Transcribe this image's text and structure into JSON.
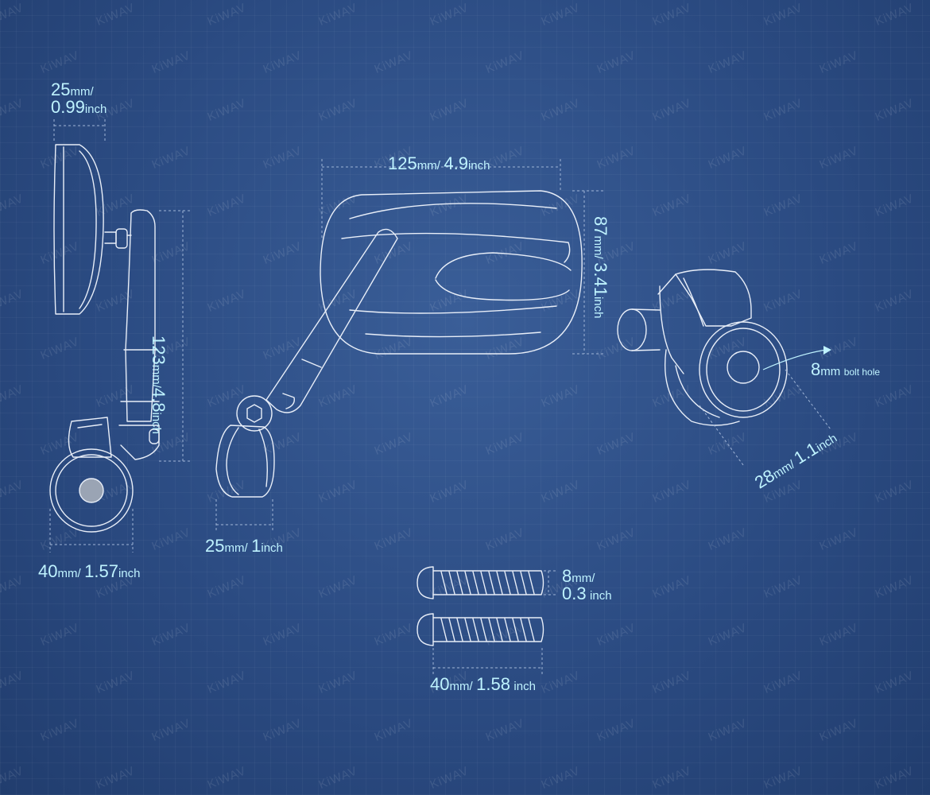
{
  "watermark": "KiWAV",
  "colors": {
    "background": "#2a4a80",
    "line": "#e8eef8",
    "dimension_text": "#bff3ff",
    "dimension_line": "#9fb4d6"
  },
  "dimensions": {
    "side_width": {
      "value": "25",
      "unit": "mm",
      "sep": "/",
      "value2": "0.99",
      "unit2": "inch"
    },
    "side_height": {
      "value": "123",
      "unit": "mm",
      "sep": "/",
      "value2": "4.8",
      "unit2": "inch"
    },
    "clamp_dia": {
      "value": "40",
      "unit": "mm",
      "sep": "/",
      "value2": "1.57",
      "unit2": "inch"
    },
    "mirror_width": {
      "value": "125",
      "unit": "mm",
      "sep": "/",
      "value2": "4.9",
      "unit2": "inch"
    },
    "mirror_height": {
      "value": "87",
      "unit": "mm",
      "sep": "/",
      "value2": "3.41",
      "unit2": "inch"
    },
    "front_clamp": {
      "value": "25",
      "unit": "mm",
      "sep": "/",
      "value2": "1",
      "unit2": "inch"
    },
    "bolt_hole": {
      "value": "8",
      "unit": "mm",
      "label": "bolt hole"
    },
    "adapter_dia": {
      "value": "28",
      "unit": "mm",
      "sep": "/",
      "value2": "1.1",
      "unit2": "inch"
    },
    "bolt_dia": {
      "value": "8",
      "unit": "mm",
      "sep": "/",
      "value2": "0.3",
      "unit2": "inch"
    },
    "bolt_length": {
      "value": "40",
      "unit": "mm",
      "sep": "/",
      "value2": "1.58",
      "unit2": "inch"
    }
  }
}
